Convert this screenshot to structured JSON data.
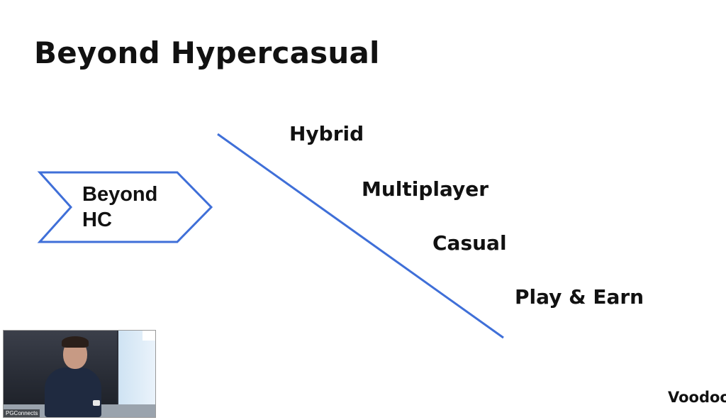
{
  "slide": {
    "title": "Beyond Hypercasual",
    "chevron_label": "Beyond\nHC",
    "items": [
      "Hybrid",
      "Multiplayer",
      "Casual",
      "Play & Earn"
    ],
    "brand": "Voodoo"
  },
  "webcam": {
    "tag": "PGConnects"
  },
  "colors": {
    "accent_blue": "#3f6fd8",
    "text": "#111111",
    "background": "#ffffff"
  }
}
